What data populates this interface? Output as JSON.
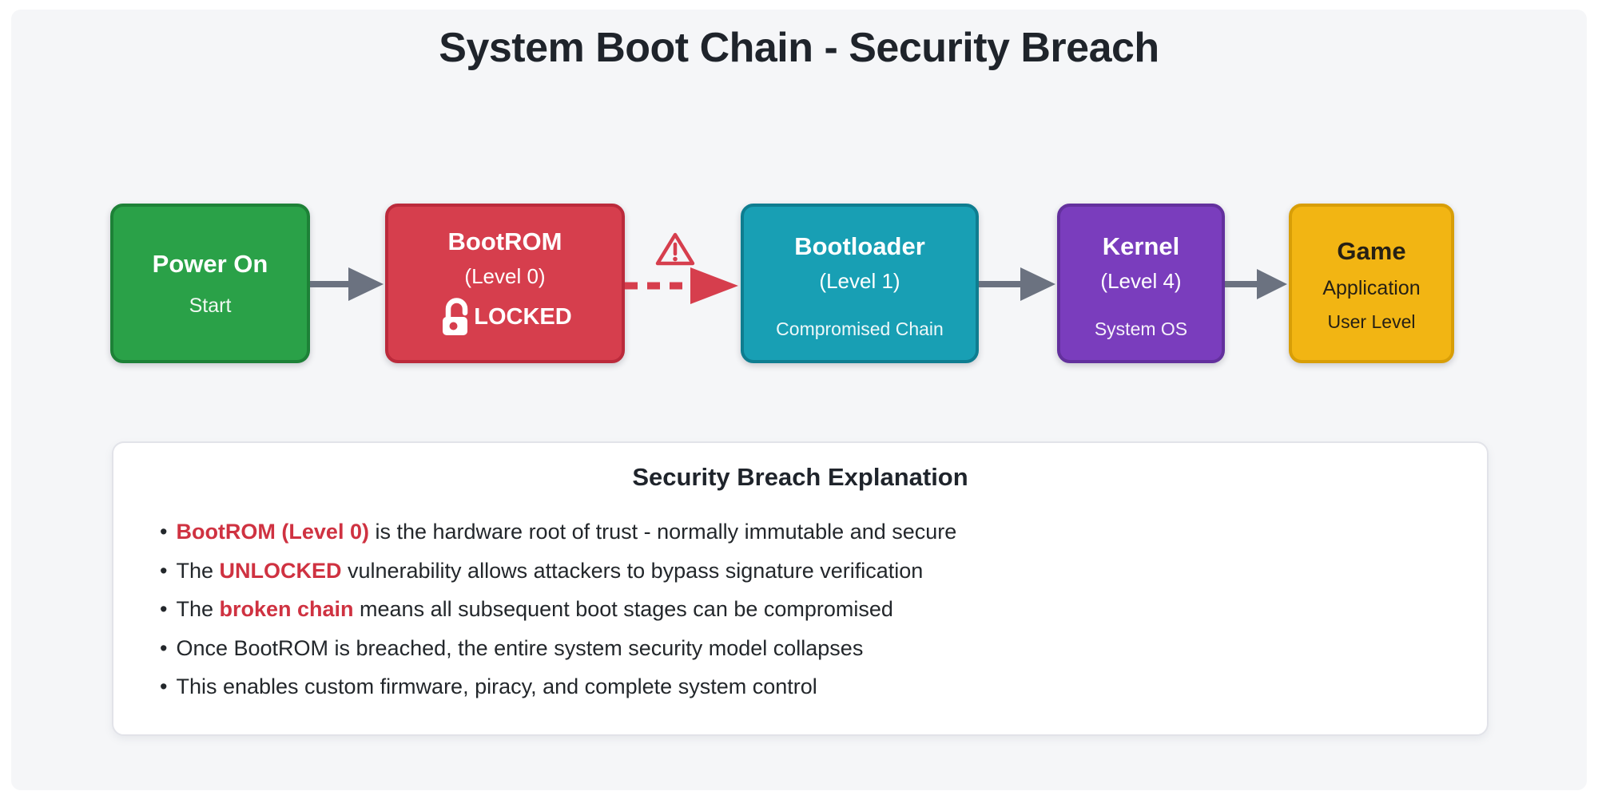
{
  "page": {
    "title": "System Boot Chain - Security Breach",
    "colors": {
      "page_background": "#ffffff",
      "panel_background": "#f5f6f8",
      "arrow_gray": "#6b7280",
      "breach_red": "#d63e4d",
      "highlight_red": "#cf3241",
      "text_dark": "#1f242b"
    }
  },
  "chain": {
    "nodes": [
      {
        "name": "power-on",
        "title": "Power On",
        "subtitle": "Start",
        "fill": "#2aa148",
        "border": "#1d8137",
        "text_color": "#ffffff"
      },
      {
        "name": "bootrom",
        "title": "BootROM",
        "level": "(Level 0)",
        "lock_label": "LOCKED",
        "lock_icon": "unlocked-padlock-icon",
        "fill": "#d63e4d",
        "border": "#bb2a3b",
        "text_color": "#ffffff"
      },
      {
        "name": "bootloader",
        "title": "Bootloader",
        "level": "(Level 1)",
        "subtitle": "Compromised Chain",
        "fill": "#189fb4",
        "border": "#0e7d90",
        "text_color": "#ffffff"
      },
      {
        "name": "kernel",
        "title": "Kernel",
        "level": "(Level 4)",
        "subtitle": "System OS",
        "fill": "#7a3dbd",
        "border": "#63309d",
        "text_color": "#ffffff"
      },
      {
        "name": "game",
        "title": "Game",
        "level": "Application",
        "subtitle": "User Level",
        "fill": "#f2b513",
        "border": "#d89e07",
        "text_color": "#262014"
      }
    ],
    "connectors": [
      {
        "from": "power-on",
        "to": "bootrom",
        "type": "normal",
        "color": "#6b7280"
      },
      {
        "from": "bootrom",
        "to": "bootloader",
        "type": "breach",
        "color": "#d63e4d",
        "icon": "warning-triangle-icon",
        "style": "dashed"
      },
      {
        "from": "bootloader",
        "to": "kernel",
        "type": "normal",
        "color": "#6b7280"
      },
      {
        "from": "kernel",
        "to": "game",
        "type": "normal",
        "color": "#6b7280"
      }
    ]
  },
  "explanation": {
    "title": "Security Breach Explanation",
    "bullet_char": "•",
    "highlight_color": "#cf3241",
    "bullets": [
      {
        "segments": [
          {
            "text": "BootROM (Level 0)",
            "highlight": true
          },
          {
            "text": " is the hardware root of trust - normally immutable and secure",
            "highlight": false
          }
        ]
      },
      {
        "segments": [
          {
            "text": "The ",
            "highlight": false
          },
          {
            "text": "UNLOCKED",
            "highlight": true
          },
          {
            "text": " vulnerability allows attackers to bypass signature verification",
            "highlight": false
          }
        ]
      },
      {
        "segments": [
          {
            "text": "The ",
            "highlight": false
          },
          {
            "text": "broken chain",
            "highlight": true
          },
          {
            "text": " means all subsequent boot stages can be compromised",
            "highlight": false
          }
        ]
      },
      {
        "segments": [
          {
            "text": "Once BootROM is breached, the entire system security model collapses",
            "highlight": false
          }
        ]
      },
      {
        "segments": [
          {
            "text": "This enables custom firmware, piracy, and complete system control",
            "highlight": false
          }
        ]
      }
    ]
  }
}
